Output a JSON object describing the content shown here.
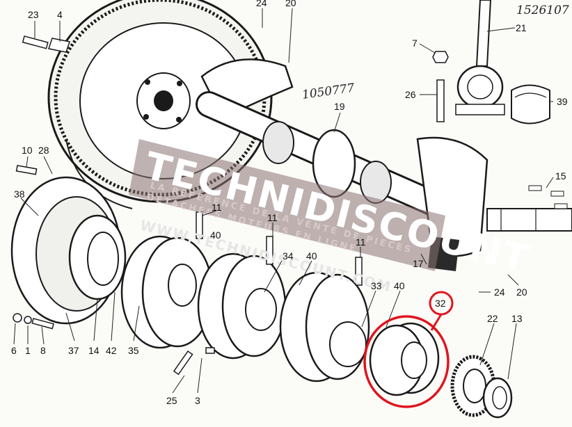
{
  "handwritten": {
    "top_right_ref": "1526107",
    "crank_ref": "1050777"
  },
  "watermark": {
    "brand": "TECHNIDISCOUNT",
    "tagline_1": "LA REFERENCE DE LA VENTE DE PIECES",
    "tagline_2": "DETACHEES MOTEURS EN LIGNE",
    "url": "WWW.TECHNIDISCOUNT.COM"
  },
  "highlight": {
    "part": "32",
    "color": "#e0141e"
  },
  "callouts": [
    {
      "id": "c23",
      "label": "23"
    },
    {
      "id": "c4",
      "label": "4"
    },
    {
      "id": "c24a",
      "label": "24"
    },
    {
      "id": "c20a",
      "label": "20"
    },
    {
      "id": "c21",
      "label": "21"
    },
    {
      "id": "c7",
      "label": "7"
    },
    {
      "id": "c26",
      "label": "26"
    },
    {
      "id": "c39",
      "label": "39"
    },
    {
      "id": "c19",
      "label": "19"
    },
    {
      "id": "c10",
      "label": "10"
    },
    {
      "id": "c28",
      "label": "28"
    },
    {
      "id": "c38",
      "label": "38"
    },
    {
      "id": "c15",
      "label": "15"
    },
    {
      "id": "c11a",
      "label": "11"
    },
    {
      "id": "c40a",
      "label": "40"
    },
    {
      "id": "c11b",
      "label": "11"
    },
    {
      "id": "c34",
      "label": "34"
    },
    {
      "id": "c40b",
      "label": "40"
    },
    {
      "id": "c11c",
      "label": "11"
    },
    {
      "id": "c17",
      "label": "17"
    },
    {
      "id": "c33",
      "label": "33"
    },
    {
      "id": "c40c",
      "label": "40"
    },
    {
      "id": "c24b",
      "label": "24"
    },
    {
      "id": "c20b",
      "label": "20"
    },
    {
      "id": "c32",
      "label": "32"
    },
    {
      "id": "c22",
      "label": "22"
    },
    {
      "id": "c13",
      "label": "13"
    },
    {
      "id": "c6",
      "label": "6"
    },
    {
      "id": "c1",
      "label": "1"
    },
    {
      "id": "c8",
      "label": "8"
    },
    {
      "id": "c37",
      "label": "37"
    },
    {
      "id": "c14",
      "label": "14"
    },
    {
      "id": "c42",
      "label": "42"
    },
    {
      "id": "c35",
      "label": "35"
    },
    {
      "id": "c25",
      "label": "25"
    },
    {
      "id": "c3",
      "label": "3"
    }
  ]
}
